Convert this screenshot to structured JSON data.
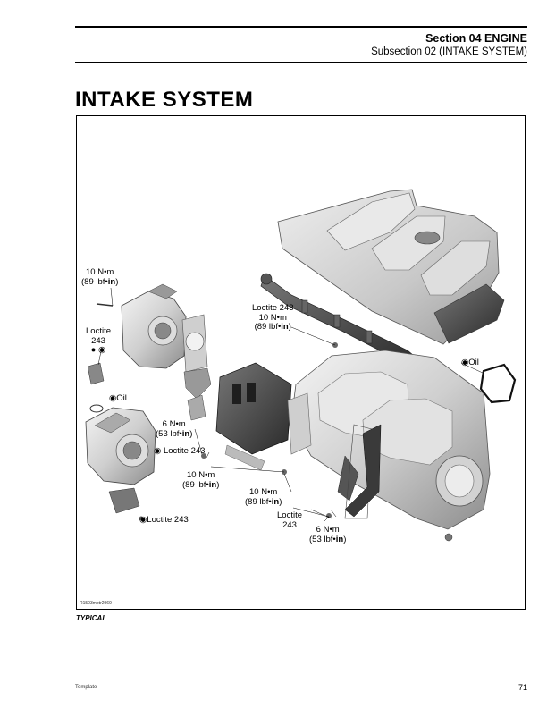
{
  "header": {
    "section": "Section 04 ENGINE",
    "subsection": "Subsection 02 (INTAKE SYSTEM)"
  },
  "title": "INTAKE SYSTEM",
  "figure": {
    "code": "R1503motr2969",
    "caption": "TYPICAL",
    "callouts": {
      "c1_l1": "10 N•m",
      "c1_l2a": "(89 lbf•",
      "c1_l2b": "in",
      "c1_l2c": ")",
      "c2_l1": "Loctite",
      "c2_l2": "243",
      "c3": "Oil",
      "c4_l1": "6 N•m",
      "c4_l2a": "(53 lbf•",
      "c4_l2b": "in",
      "c4_l2c": ")",
      "c5": "Loctite 243",
      "c6_l1": "10 N•m",
      "c6_l2a": "(89 lbf•",
      "c6_l2b": "in",
      "c6_l2c": ")",
      "c7": "Loctite 243",
      "c8_l1": "Loctite 243",
      "c8_l2": "10 N•m",
      "c8_l3a": "(89 lbf•",
      "c8_l3b": "in",
      "c8_l3c": ")",
      "c9": "Oil",
      "c10_l1": "10 N•m",
      "c10_l2a": "(89 lbf•",
      "c10_l2b": "in",
      "c10_l2c": ")",
      "c11_l1": "Loctite",
      "c11_l2": "243",
      "c12_l1": "6 N•m",
      "c12_l2a": "(53 lbf•",
      "c12_l2b": "in",
      "c12_l2c": ")"
    }
  },
  "footer": {
    "template": "Template",
    "page": "71"
  },
  "icons": [
    "drop-icon"
  ]
}
